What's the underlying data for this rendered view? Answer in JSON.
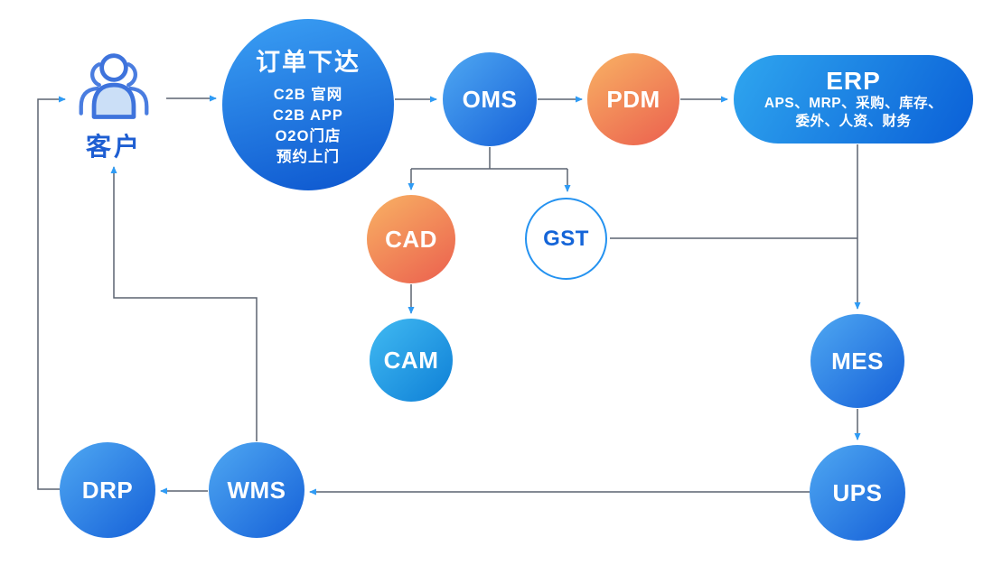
{
  "diagram": {
    "customer": {
      "label": "客户"
    },
    "order": {
      "title": "订单下达",
      "lines": [
        "C2B 官网",
        "C2B APP",
        "O2O门店",
        "预约上门"
      ]
    },
    "oms": {
      "label": "OMS"
    },
    "pdm": {
      "label": "PDM"
    },
    "erp": {
      "title": "ERP",
      "sub": [
        "APS、MRP、采购、库存、",
        "委外、人资、财务"
      ]
    },
    "cad": {
      "label": "CAD"
    },
    "gst": {
      "label": "GST"
    },
    "cam": {
      "label": "CAM"
    },
    "mes": {
      "label": "MES"
    },
    "ups": {
      "label": "UPS"
    },
    "wms": {
      "label": "WMS"
    },
    "drp": {
      "label": "DRP"
    }
  },
  "colors": {
    "line": "#5C6470",
    "arrow": "#2E9BF5",
    "blue_node_light": "#4FA8F2",
    "blue_node_dark": "#1560D8",
    "orange_node_light": "#F8B264",
    "orange_node_dark": "#EB5F4E",
    "cam_light": "#41BAF2",
    "cam_dark": "#0E7FD6",
    "gst_border": "#2492F0",
    "gst_text": "#1565D8",
    "customer_text": "#1E5ED2",
    "customer_icon_stroke": "#3E73DC",
    "customer_icon_fill": "#CBDFF7"
  }
}
